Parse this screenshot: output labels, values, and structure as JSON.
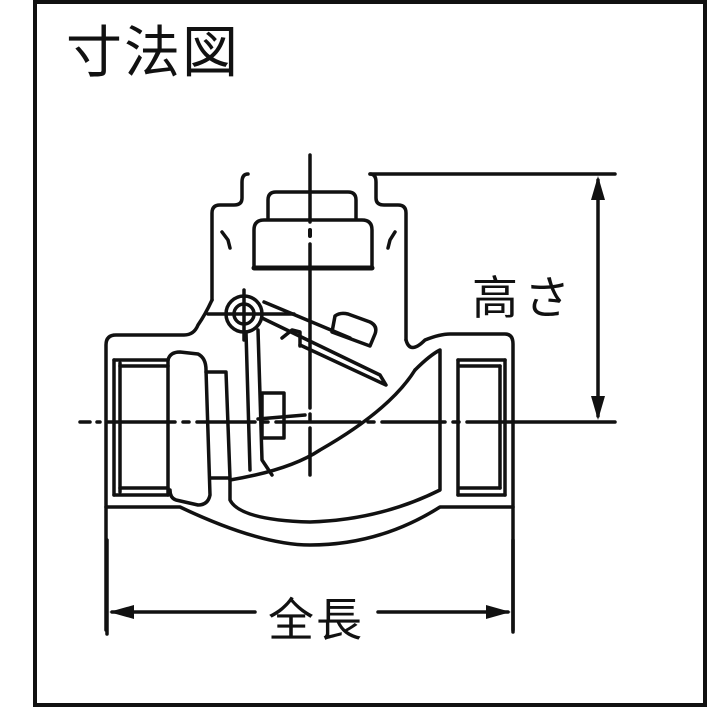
{
  "diagram": {
    "title": "寸法図",
    "subject": "swing check valve cross-section",
    "dimensions": {
      "height_label": "高さ",
      "length_label": "全長"
    },
    "colors": {
      "line": "#111111",
      "background": "#ffffff"
    }
  }
}
